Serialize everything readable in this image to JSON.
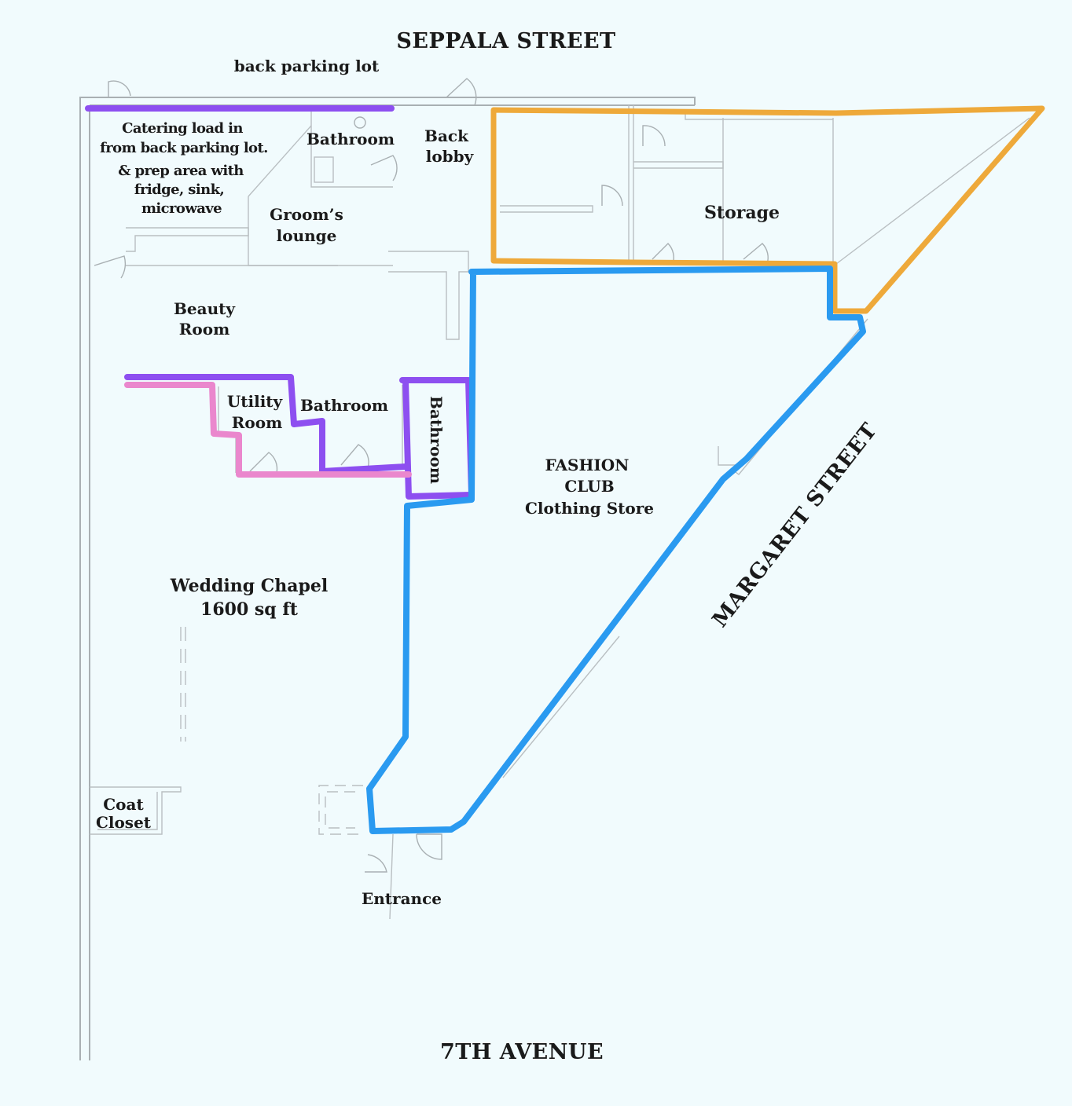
{
  "streets": {
    "north": "SEPPALA STREET",
    "south": "7TH AVENUE",
    "east": "MARGARET STREET"
  },
  "labels": {
    "back_parking": "back parking lot",
    "catering": [
      "Catering load in",
      "from back parking lot.",
      "& prep area with",
      "fridge, sink,",
      "microwave"
    ],
    "bathroom_top": "Bathroom",
    "back_lobby": [
      "Back",
      "lobby"
    ],
    "grooms_lounge": [
      "Groom’s",
      "lounge"
    ],
    "beauty_room": [
      "Beauty",
      "Room"
    ],
    "utility_room": [
      "Utility",
      "Room"
    ],
    "bathroom_mid": "Bathroom",
    "bathroom_vertical": "Bathroom",
    "storage": "Storage",
    "fashion_club": [
      "FASHION",
      "CLUB",
      "Clothing Store"
    ],
    "wedding_chapel": [
      "Wedding Chapel",
      "1600 sq ft"
    ],
    "coat_closet": [
      "Coat",
      "Closet"
    ],
    "entrance": "Entrance"
  },
  "zone_colors": {
    "bridal_suite": "#8d4ff0",
    "wedding_chapel": "#ea87cd",
    "fashion_club": "#2a9af0",
    "storage": "#eea93a"
  }
}
